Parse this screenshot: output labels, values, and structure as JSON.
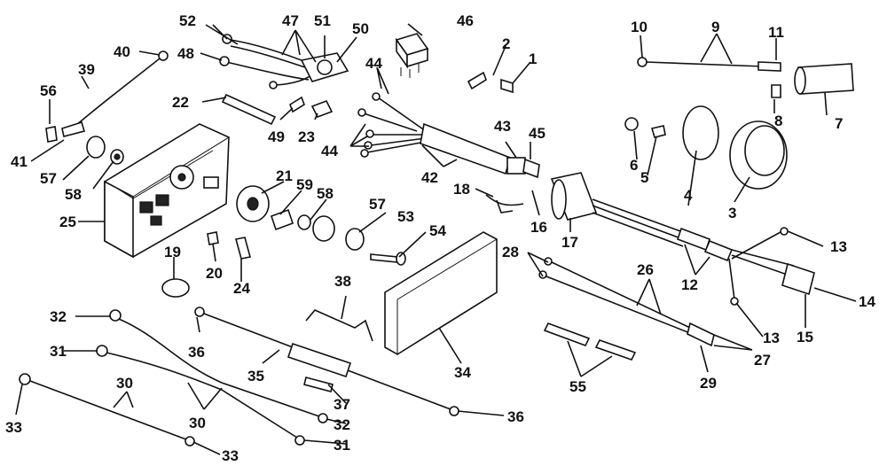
{
  "diagram": {
    "labels": {
      "l1": "1",
      "l2": "2",
      "l3": "3",
      "l4": "4",
      "l5": "5",
      "l6": "6",
      "l7": "7",
      "l8": "8",
      "l9": "9",
      "l10": "10",
      "l11": "11",
      "l12": "12",
      "l13a": "13",
      "l13b": "13",
      "l14": "14",
      "l15": "15",
      "l16": "16",
      "l17": "17",
      "l18": "18",
      "l19": "19",
      "l20": "20",
      "l21": "21",
      "l22": "22",
      "l23": "23",
      "l24": "24",
      "l25": "25",
      "l26": "26",
      "l27": "27",
      "l28": "28",
      "l29": "29",
      "l30a": "30",
      "l30b": "30",
      "l31a": "31",
      "l31b": "31",
      "l32a": "32",
      "l32b": "32",
      "l33a": "33",
      "l33b": "33",
      "l34": "34",
      "l35": "35",
      "l36a": "36",
      "l36b": "36",
      "l37": "37",
      "l38": "38",
      "l39": "39",
      "l40": "40",
      "l41": "41",
      "l42": "42",
      "l43": "43",
      "l44a": "44",
      "l44b": "44",
      "l45": "45",
      "l46": "46",
      "l47": "47",
      "l48": "48",
      "l49": "49",
      "l50": "50",
      "l51": "51",
      "l52": "52",
      "l53": "53",
      "l54": "54",
      "l55": "55",
      "l56": "56",
      "l57a": "57",
      "l57b": "57",
      "l58a": "58",
      "l58b": "58",
      "l59": "59"
    }
  }
}
